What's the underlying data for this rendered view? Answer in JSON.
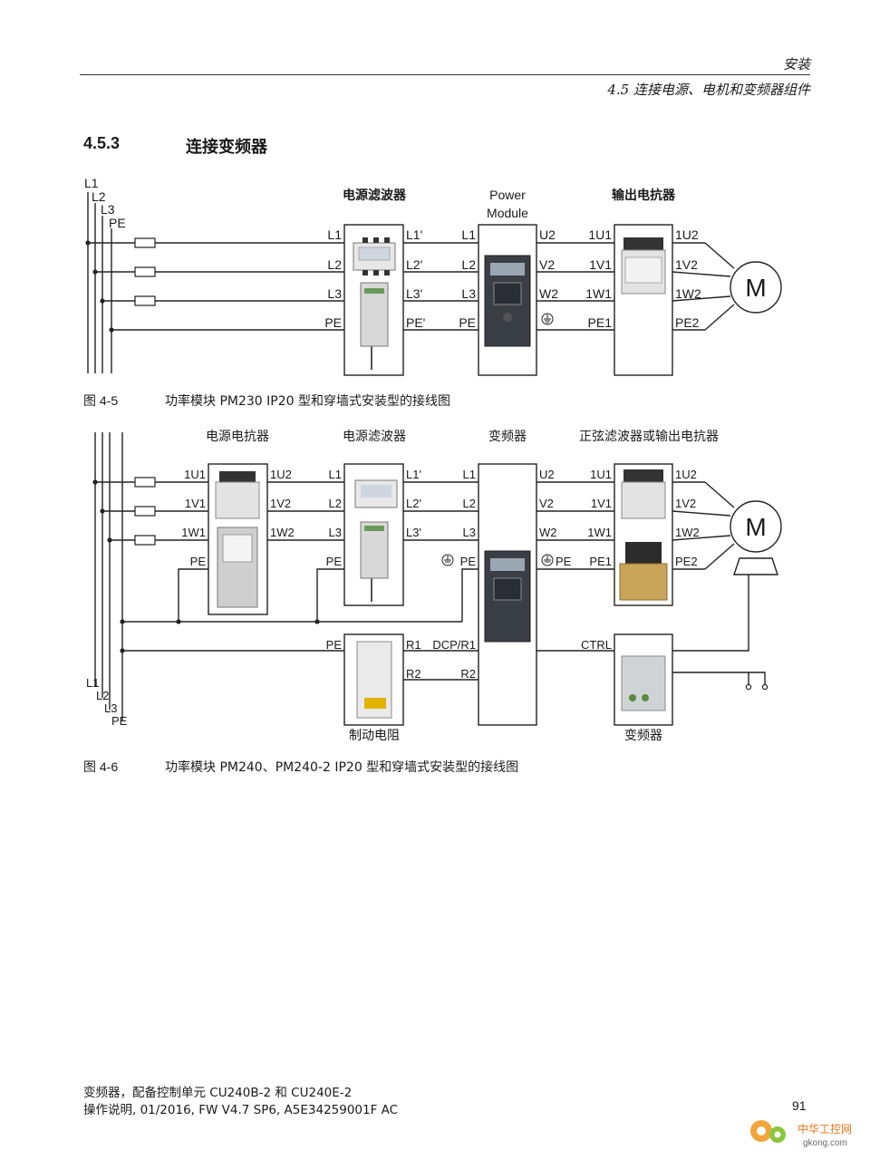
{
  "header": {
    "chapter": "安装",
    "section": "4.5 连接电源、电机和变频器组件"
  },
  "section": {
    "number": "4.5.3",
    "title": "连接变频器"
  },
  "figure1": {
    "bus_labels": [
      "L1",
      "L2",
      "L3",
      "PE"
    ],
    "titles": {
      "filter": "电源滤波器",
      "power_module_line1": "Power",
      "power_module_line2": "Module",
      "reactor": "输出电抗器"
    },
    "filter_in": [
      "L1",
      "L2",
      "L3",
      "PE"
    ],
    "filter_out": [
      "L1'",
      "L2'",
      "L3'",
      "PE'"
    ],
    "pm_in": [
      "L1",
      "L2",
      "L3",
      "PE"
    ],
    "pm_out": [
      "U2",
      "V2",
      "W2"
    ],
    "reactor_in": [
      "1U1",
      "1V1",
      "1W1",
      "PE1"
    ],
    "reactor_out": [
      "1U2",
      "1V2",
      "1W2",
      "PE2"
    ],
    "motor": "M",
    "caption_num": "图 4-5",
    "caption_text": "功率模块 PM230 IP20 型和穿墙式安装型的接线图"
  },
  "figure2": {
    "titles": {
      "line_reactor": "电源电抗器",
      "filter": "电源滤波器",
      "inverter": "变频器",
      "sine_filter": "正弦滤波器或输出电抗器"
    },
    "reactor_in": [
      "1U1",
      "1V1",
      "1W1",
      "PE"
    ],
    "reactor_out": [
      "1U2",
      "1V2",
      "1W2"
    ],
    "filter_in": [
      "L1",
      "L2",
      "L3",
      "PE"
    ],
    "filter_out": [
      "L1'",
      "L2'",
      "L3'"
    ],
    "inv_in": [
      "L1",
      "L2",
      "L3",
      "PE"
    ],
    "inv_out": [
      "U2",
      "V2",
      "W2",
      "PE"
    ],
    "inv_brake": [
      "DCP/R1",
      "R2"
    ],
    "sine_in": [
      "1U1",
      "1V1",
      "1W1",
      "PE1"
    ],
    "sine_out": [
      "1U2",
      "1V2",
      "1W2",
      "PE2"
    ],
    "brake_terms": [
      "PE",
      "R1",
      "R2"
    ],
    "brake_label": "制动电阻",
    "ctrl_label": "CTRL",
    "ctrl_device_label": "变频器",
    "bus_labels": [
      "L1",
      "L2",
      "L3",
      "PE"
    ],
    "motor": "M",
    "caption_num": "图 4-6",
    "caption_text": "功率模块 PM240、PM240-2 IP20 型和穿墙式安装型的接线图"
  },
  "footer": {
    "line1": "变频器，配备控制单元 CU240B-2 和 CU240E-2",
    "line2": "操作说明, 01/2016, FW V4.7 SP6, A5E34259001F AC",
    "page": "91"
  },
  "watermark": {
    "text1": "中华工控网",
    "text2": "gkong.com"
  }
}
